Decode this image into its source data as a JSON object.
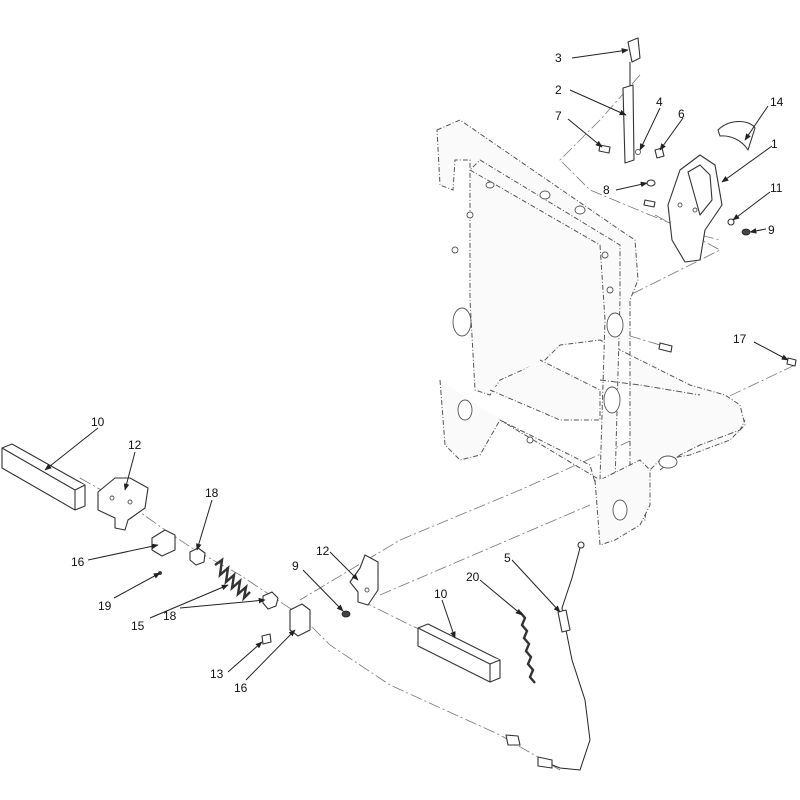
{
  "diagram": {
    "callouts": [
      {
        "id": "c3",
        "label": "3"
      },
      {
        "id": "c2",
        "label": "2"
      },
      {
        "id": "c4",
        "label": "4"
      },
      {
        "id": "c7",
        "label": "7"
      },
      {
        "id": "c6",
        "label": "6"
      },
      {
        "id": "c14",
        "label": "14"
      },
      {
        "id": "c1",
        "label": "1"
      },
      {
        "id": "c8",
        "label": "8"
      },
      {
        "id": "c11",
        "label": "11"
      },
      {
        "id": "c9a",
        "label": "9"
      },
      {
        "id": "c17",
        "label": "17"
      },
      {
        "id": "c10a",
        "label": "10"
      },
      {
        "id": "c12a",
        "label": "12"
      },
      {
        "id": "c18a",
        "label": "18"
      },
      {
        "id": "c16a",
        "label": "16"
      },
      {
        "id": "c19",
        "label": "19"
      },
      {
        "id": "c15",
        "label": "15"
      },
      {
        "id": "c18b",
        "label": "18"
      },
      {
        "id": "c9b",
        "label": "9"
      },
      {
        "id": "c12b",
        "label": "12"
      },
      {
        "id": "c20",
        "label": "20"
      },
      {
        "id": "c5",
        "label": "5"
      },
      {
        "id": "c10b",
        "label": "10"
      },
      {
        "id": "c13",
        "label": "13"
      },
      {
        "id": "c16b",
        "label": "16"
      }
    ]
  }
}
